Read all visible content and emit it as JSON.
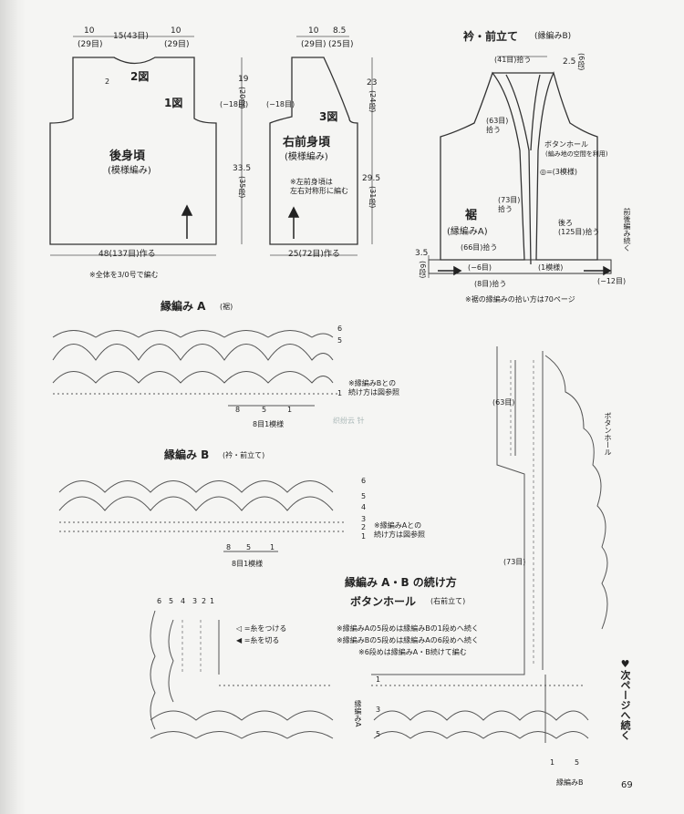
{
  "back": {
    "dim_top": [
      "10",
      "(29目)",
      "15(43目)",
      "10",
      "(29目)"
    ],
    "fig2": "2図",
    "fig2_small": "2",
    "fig1": "1図",
    "side_marker": "(−18目)",
    "title": "後身頃",
    "subtitle": "(模様編み)",
    "dim_right": [
      "19",
      "(20段)",
      "33.5",
      "(35段)"
    ],
    "bottom_dim": "48(137目)作る",
    "note": "※全体を3/0号で編む"
  },
  "front": {
    "dim_top": [
      "10",
      "8.5",
      "(29目)",
      "(25目)"
    ],
    "side_marker": "(−18目)",
    "fig3": "3図",
    "title": "右前身頃",
    "subtitle": "(模様編み)",
    "note": "※左前身頃は\n左右対称形に編む",
    "dim_right": [
      "23",
      "(24段)",
      "29.5",
      "(31段)"
    ],
    "bottom_dim": "25(72目)作る"
  },
  "collar": {
    "title": "衿・前立て",
    "subtitle": "(縁編みB)",
    "top_pick": "(41目)拾う",
    "top_right": "2.5",
    "top_right_rows": "(6段)",
    "left_pick": "(63目)\n拾う",
    "buttonhole": "ボタンホール",
    "buttonhole_sub": "(編み地の空間を利用)",
    "button_count": "◎=(3模様)",
    "mid_pick": "(73目)\n拾う",
    "hem_title": "裾",
    "hem_subtitle": "(縁編みA)",
    "hem_pick": "(66目)拾う",
    "back_pick": "後ろ\n(125目)拾う",
    "continued": "前後編み続く",
    "left_dim": "3.5",
    "left_rows": "(6段)",
    "minus6": "(−6目)",
    "pattern1": "(1模様)",
    "minus12": "(−12目)",
    "bottom_pick": "(8目)拾う",
    "note": "※裾の縁編みの拾い方は70ページ"
  },
  "edge_a": {
    "title": "縁編み A",
    "subtitle": "(裾)",
    "rows": [
      "6",
      "5",
      "1"
    ],
    "note": "※縁編みBとの\n続け方は図参照",
    "count": [
      "8",
      "5",
      "1"
    ],
    "repeat": "8目1模様",
    "watermark": "织纷云 针"
  },
  "edge_b": {
    "title": "縁編み B",
    "subtitle": "(衿・前立て)",
    "rows": [
      "6",
      "5",
      "4",
      "3",
      "2",
      "1"
    ],
    "note": "※縁編みAとの\n続け方は図参照",
    "count": [
      "8",
      "5",
      "1"
    ],
    "repeat": "8目1模様"
  },
  "join": {
    "title": "縁編み A・B の続け方",
    "subtitle": "ボタンホール",
    "subtitle_small": "(右前立て)",
    "legend_attach": "◁ =糸をつける",
    "legend_cut": "◀ =糸を切る",
    "notes": [
      "※縁編みAの5段めは縁編みBの1段めへ続く",
      "※縁編みBの5段めは縁編みAの6段めへ続く",
      "※6段めは縁編みA・B続けて編む"
    ],
    "col_numbers": [
      "6",
      "5",
      "4",
      "3",
      "2",
      "1"
    ],
    "edge_a_label": "縁編みA",
    "edge_b_label": "縁編みB",
    "right_63": "(63目)",
    "right_73": "(73目)",
    "right_buttonhole": "ボタンホール",
    "row_numbers": [
      "1",
      "3",
      "5"
    ],
    "bottom_count": [
      "1",
      "5"
    ]
  },
  "footer": {
    "next_page": "♥次ページへ続く",
    "page_number": "69"
  }
}
